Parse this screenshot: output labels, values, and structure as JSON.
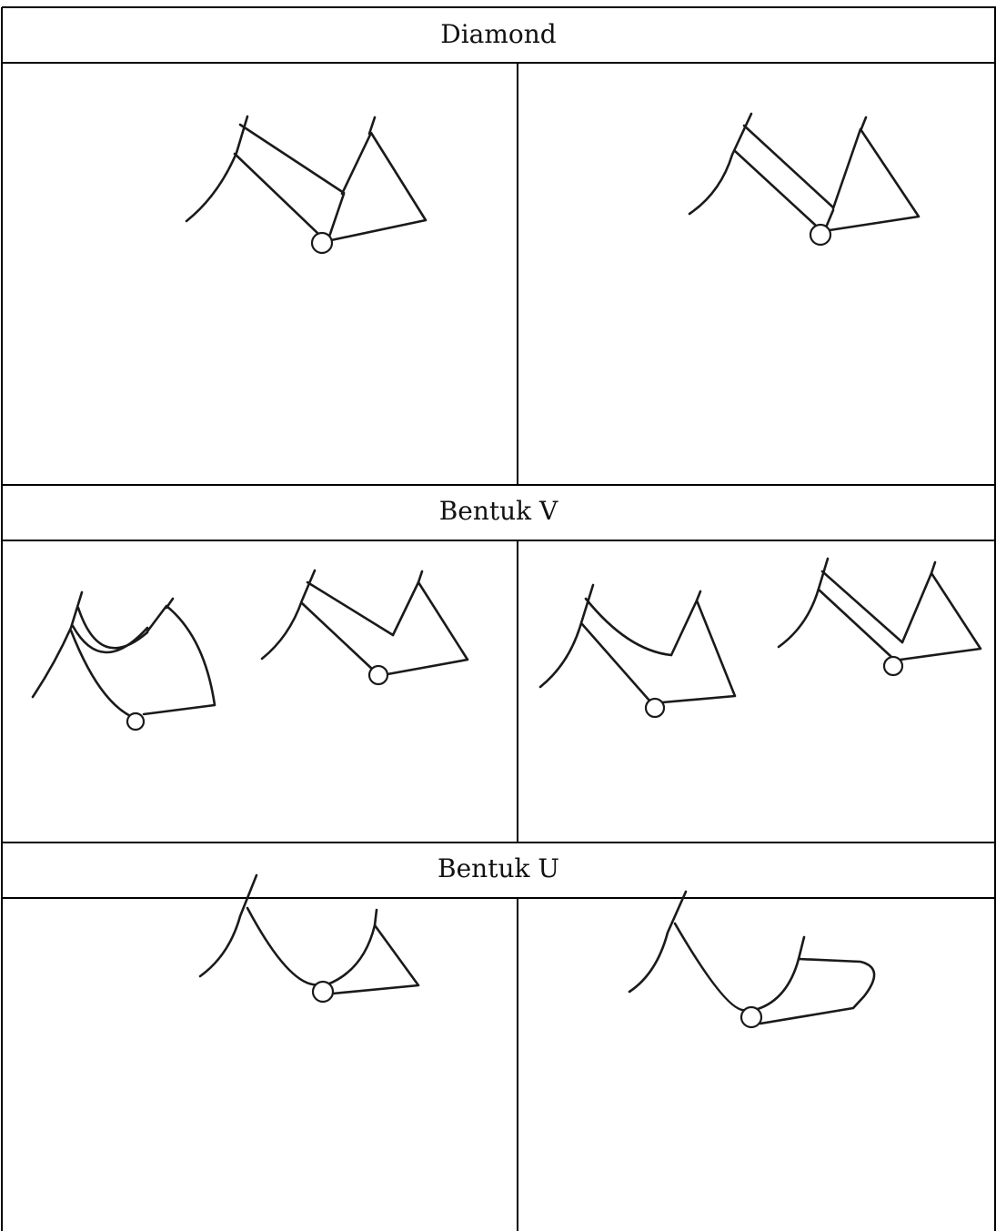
{
  "sections": [
    {
      "title": "Diamond"
    },
    {
      "title": "Bentuk V"
    },
    {
      "title": "Bentuk U"
    }
  ]
}
